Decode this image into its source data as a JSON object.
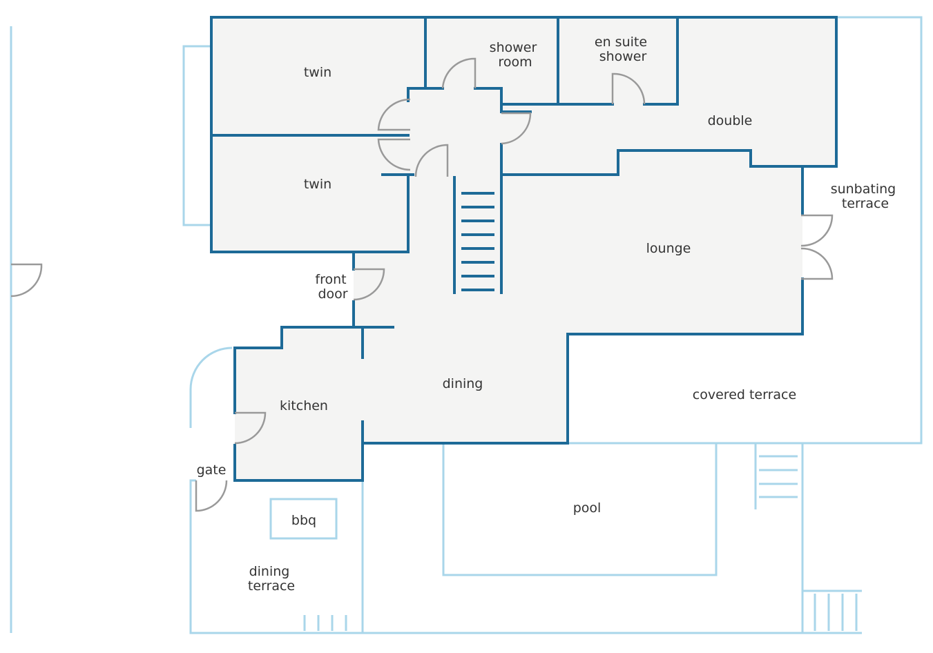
{
  "rooms": {
    "twin_top": "twin",
    "twin_bottom": "twin",
    "shower_room": [
      "shower",
      "room"
    ],
    "en_suite": [
      "en suite",
      "shower"
    ],
    "double": "double",
    "sunbathing_terrace": [
      "sunbating",
      "terrace"
    ],
    "lounge": "lounge",
    "front_door": [
      "front",
      "door"
    ],
    "dining": "dining",
    "kitchen": "kitchen",
    "covered_terrace": "covered terrace",
    "gate": "gate",
    "bbq": "bbq",
    "pool": "pool",
    "dining_terrace": [
      "dining",
      "terrace"
    ]
  },
  "colors": {
    "wall": "#1d6a97",
    "outdoor_line": "#a9d6ea",
    "door_swing": "#999999",
    "room_fill": "#f4f4f3"
  }
}
